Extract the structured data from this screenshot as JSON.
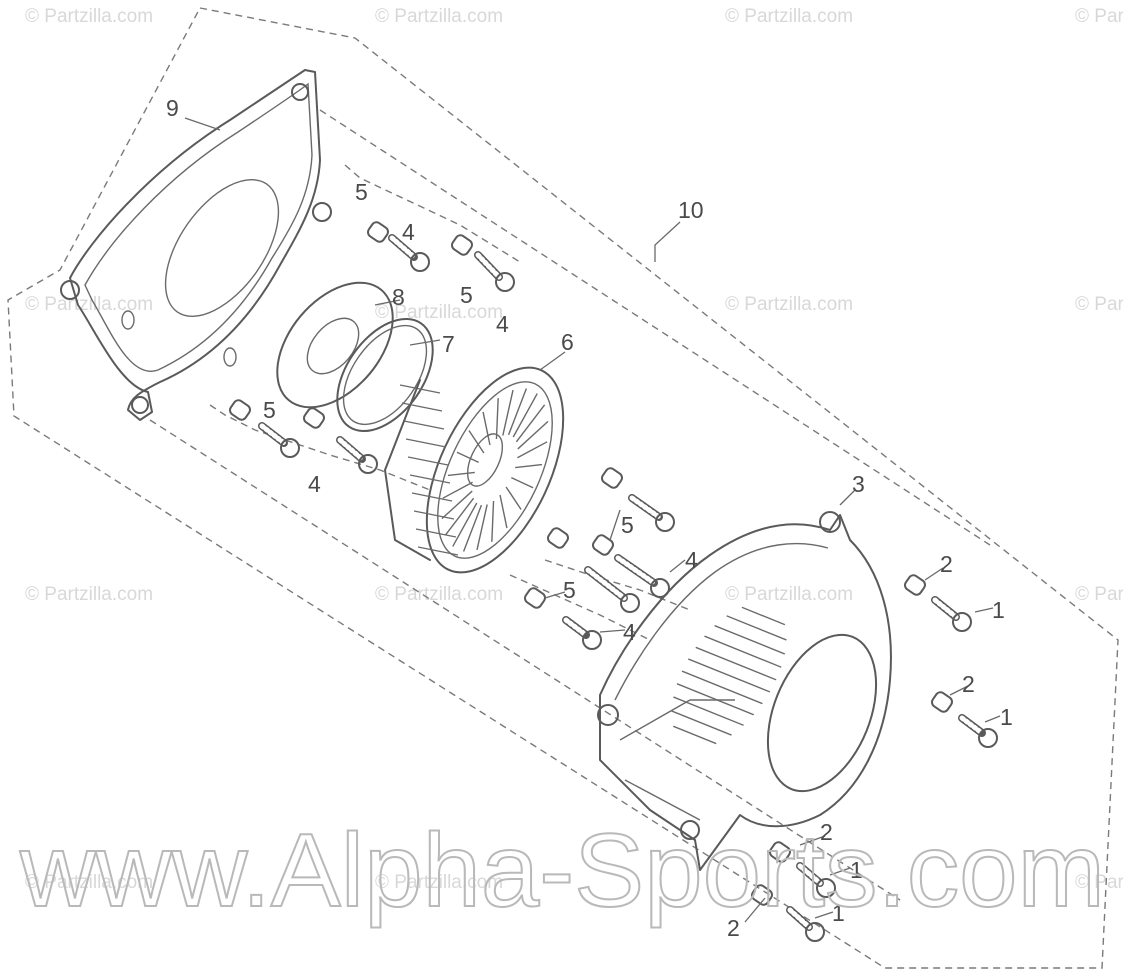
{
  "watermarks": {
    "small": "© Partzilla.com",
    "large": "www.Alpha-Sports.com"
  },
  "callouts": {
    "c1": "1",
    "c2": "2",
    "c3": "3",
    "c4": "4",
    "c5": "5",
    "c6": "6",
    "c7": "7",
    "c8": "8",
    "c9": "9",
    "c10": "10"
  }
}
